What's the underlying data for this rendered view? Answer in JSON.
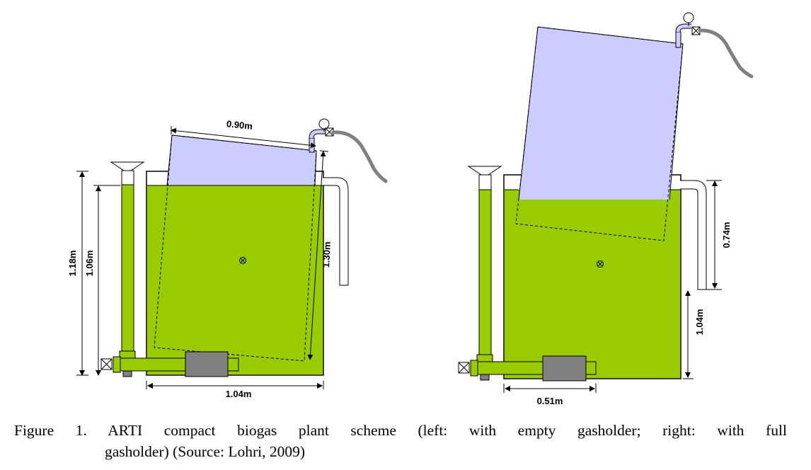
{
  "figure": {
    "left_panel": {
      "dim_width": "1.04m",
      "dim_height_outer": "1.18m",
      "dim_height_inner": "1.06m",
      "dim_gasholder_width": "0.90m",
      "dim_gasholder_height": "1.30m"
    },
    "right_panel": {
      "dim_bottom": "0.51m",
      "dim_upper": "0.74m",
      "dim_lower": "1.04m"
    },
    "colors": {
      "slurry": "#99cc00",
      "gas": "#ccccff",
      "pipe_gray": "#808080",
      "outline": "#000000"
    }
  },
  "caption": {
    "line1": "Figure 1. ARTI compact biogas plant scheme (left: with empty gasholder; right: with full",
    "line2": "gasholder) (Source: Lohri, 2009)"
  }
}
